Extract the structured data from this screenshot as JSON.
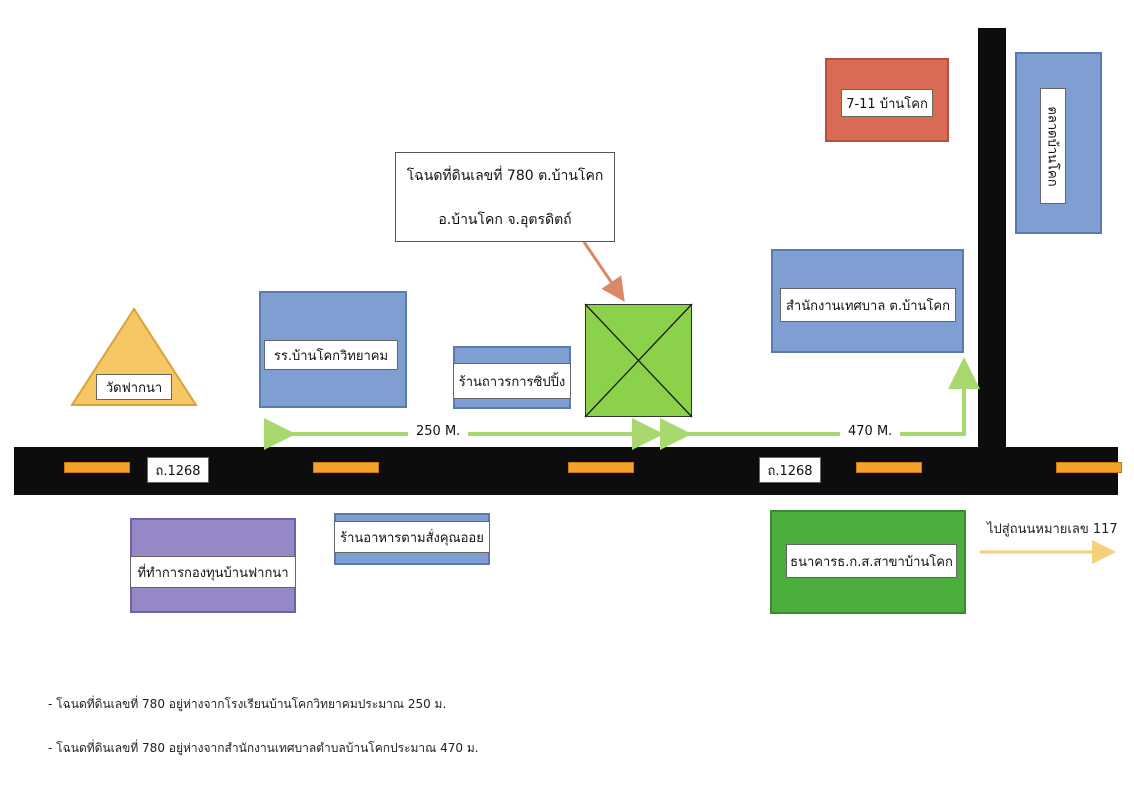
{
  "deed_callout": {
    "line1": "โฉนดที่ดินเลขที่ 780 ต.บ้านโคก",
    "line2": "อ.บ้านโคก  จ.อุตรดิตถ์"
  },
  "places": {
    "seven_eleven": "7-11 บ้านโคก",
    "market": "ตลาดบ้านโคก",
    "municipal_office": "สำนักงานเทศบาล ต.บ้านโคก",
    "school": "รร.บ้านโคกวิทยาคม",
    "shop": "ร้านถาวรการซิปปิ้ง",
    "temple": "วัดฟากนา",
    "fund_office": "ที่ทำการกองทุนบ้านฟากนา",
    "restaurant": "ร้านอาหารตามสั่งคุณออย",
    "bank": "ธนาคารธ.ก.ส.สาขาบ้านโคก"
  },
  "road": {
    "label_left": "ถ.1268",
    "label_right": "ถ.1268"
  },
  "distances": {
    "to_school": "250 M.",
    "to_office": "470 M."
  },
  "direction": "ไปสู่ถนนหมายเลข 117",
  "notes": [
    "- โฉนดที่ดินเลขที่ 780 อยู่ห่างจากโรงเรียนบ้านโคกวิทยาคมประมาณ 250 ม.",
    "- โฉนดที่ดินเลขที่ 780 อยู่ห่างจากสำนักงานเทศบาลตำบลบ้านโคกประมาณ 470 ม."
  ],
  "colors": {
    "road": "#0d0d0d",
    "lane_mark": "#f2a12b",
    "building_blue": "#7f9fd3",
    "seven_eleven": "#d96a55",
    "plot_green": "#8bd24a",
    "temple": "#f6c865",
    "fund_office": "#9687c7",
    "bank": "#4aad3c",
    "arrow_green": "#a9d86e",
    "callout_arrow": "#d9886a",
    "direction_arrow": "#f6cf7a"
  }
}
